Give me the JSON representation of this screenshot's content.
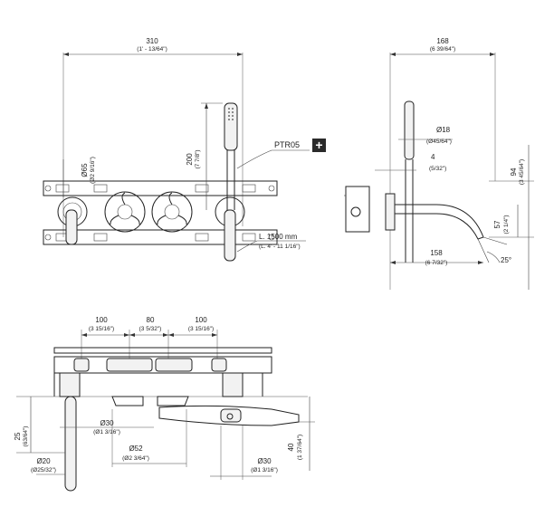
{
  "front_view": {
    "overall_width": "310",
    "overall_width_in": "(1' - 13/64\")",
    "flange_dia": "Ø65",
    "flange_dia_in": "(Ø2 9/16\")",
    "handshower_height": "200",
    "handshower_height_in": "(7 7/8\")",
    "part_code": "PTR05",
    "part_code_badge": "+",
    "hose_length": "L. 1500 mm",
    "hose_length_in": "(L. 4' - 11 1/16\")"
  },
  "side_view": {
    "depth": "168",
    "depth_in": "(6 39/64\")",
    "shower_dia": "Ø18",
    "shower_dia_in": "(Ø45/64\")",
    "plate": "4",
    "plate_in": "(5/32\")",
    "height": "94",
    "height_in": "(3 45/64\")",
    "spout_height": "57",
    "spout_height_in": "(2 1/4\")",
    "spout_reach": "158",
    "spout_reach_in": "(6 7/32\")",
    "angle": "25°"
  },
  "top_view": {
    "spacing_1": "100",
    "spacing_1_in": "(3 15/16\")",
    "spacing_2": "80",
    "spacing_2_in": "(3 5/32\")",
    "spacing_3": "100",
    "spacing_3_in": "(3 15/16\")",
    "base_dia_1": "Ø30",
    "base_dia_1_in": "(Ø1 3/16\")",
    "offset": "25",
    "offset_in": "(63/64\")",
    "handle_dia": "Ø20",
    "handle_dia_in": "(Ø25/32\")",
    "knob_dia": "Ø52",
    "knob_dia_in": "(Ø2 3/64\")",
    "base_dia_2": "Ø30",
    "base_dia_2_in": "(Ø1 3/16\")",
    "spout_height": "40",
    "spout_height_in": "(1 37/64\")"
  }
}
